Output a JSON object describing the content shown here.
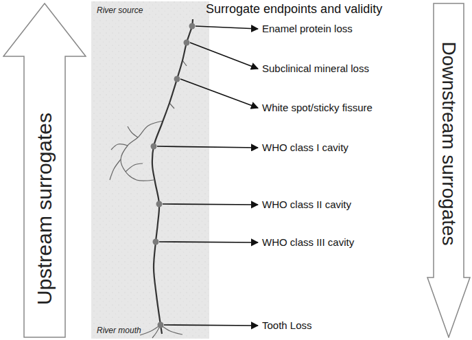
{
  "diagram": {
    "title": "Surrogate endpoints and validity",
    "nodes": [
      {
        "text": [
          "Upstream surrogates"
        ]
      },
      {
        "text": [
          "River source",
          "River mouth"
        ]
      },
      {
        "text": [
          "Downstream surrogates"
        ]
      }
    ],
    "labels": [
      "Enamel protein loss",
      "Subclinical mineral loss",
      "White spot/sticky fissure",
      "WHO class I cavity",
      "WHO class II cavity",
      "WHO class III cavity",
      "Tooth Loss"
    ]
  }
}
